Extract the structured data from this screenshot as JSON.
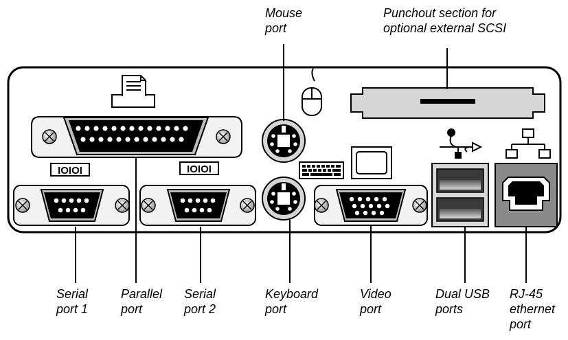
{
  "labels": {
    "mouse": "Mouse\nport",
    "punchout": "Punchout section for\noptional external SCSI",
    "serial1": "Serial\nport 1",
    "parallel": "Parallel\nport",
    "serial2": "Serial\nport 2",
    "keyboard": "Keyboard\nport",
    "video": "Video\nport",
    "usb": "Dual USB\nports",
    "rj45": "RJ-45\nethernet\nport"
  },
  "icons": {
    "serial_glyph_1": "IOIOI",
    "serial_glyph_2": "IOIOI"
  },
  "colors": {
    "ink": "#000000",
    "connector_fill": "#d6d6d6",
    "shell_fill": "#f2f2f2",
    "ethernet_fill": "#8a8a8a"
  }
}
